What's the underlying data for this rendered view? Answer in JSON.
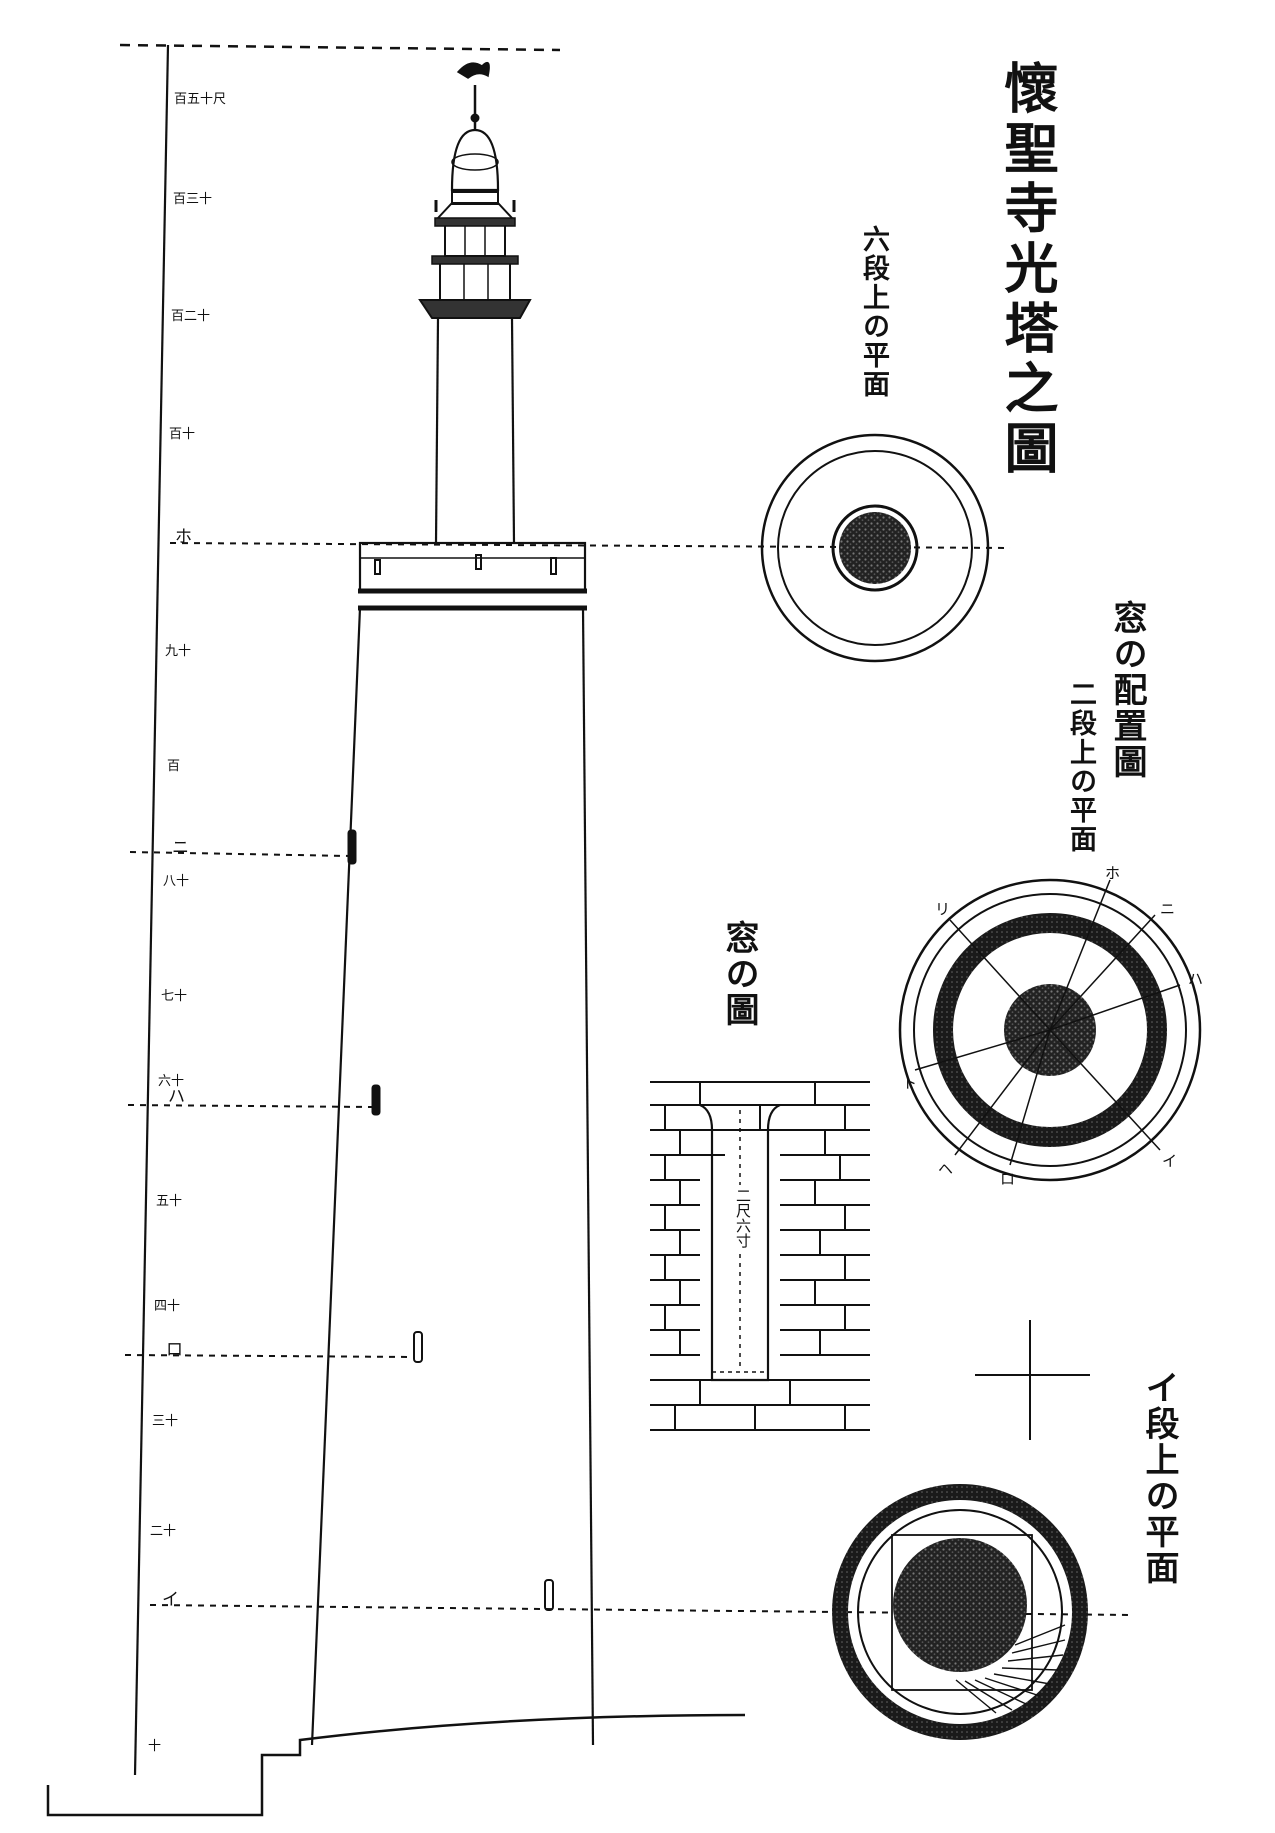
{
  "drawing": {
    "title": "懷聖寺光塔之圖",
    "plan_top_label": "六段上の平面",
    "window_layout_title": "窓の配置圖",
    "plan_second_label": "二段上の平面",
    "window_title": "窓の圖",
    "window_dimension": "二尺六寸",
    "plan_base_label": "イ段上の平面"
  },
  "scale_ticks": [
    "百五十尺",
    "百三十",
    "百二十",
    "百十",
    "百",
    "九十",
    "八十",
    "七十",
    "六十",
    "五十",
    "四十",
    "三十",
    "二十",
    "十"
  ],
  "level_marks": [
    "ホ",
    "ニ",
    "ハ",
    "ロ",
    "イ"
  ],
  "window_plan_marks": [
    "ホ",
    "ニ",
    "ハ",
    "ロ",
    "イ",
    "ヘ",
    "ト",
    "リ"
  ]
}
